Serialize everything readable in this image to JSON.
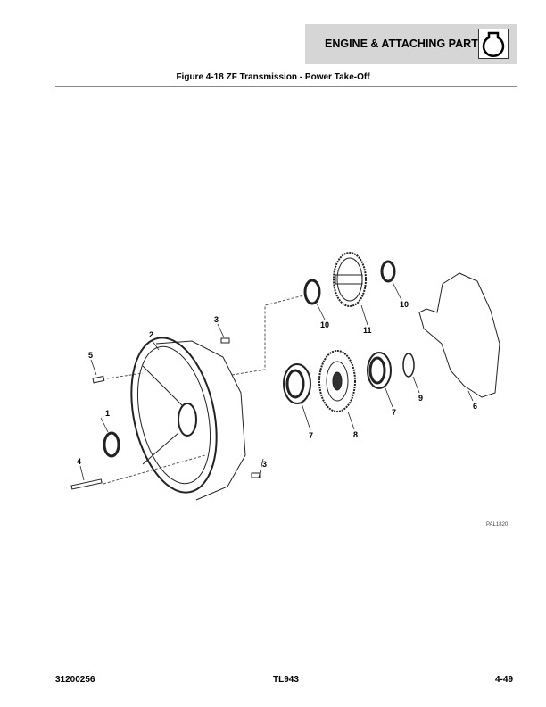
{
  "header": {
    "section_title": "ENGINE & ATTACHING PARTS",
    "icon": "engine-icon"
  },
  "figure": {
    "title": "Figure 4-18 ZF Transmission - Power Take-Off",
    "code": "PAL1820",
    "callouts": [
      "1",
      "2",
      "3",
      "3",
      "4",
      "5",
      "6",
      "7",
      "7",
      "8",
      "9",
      "10",
      "10",
      "11"
    ]
  },
  "footer": {
    "left": "31200256",
    "center": "TL943",
    "right": "4-49"
  }
}
